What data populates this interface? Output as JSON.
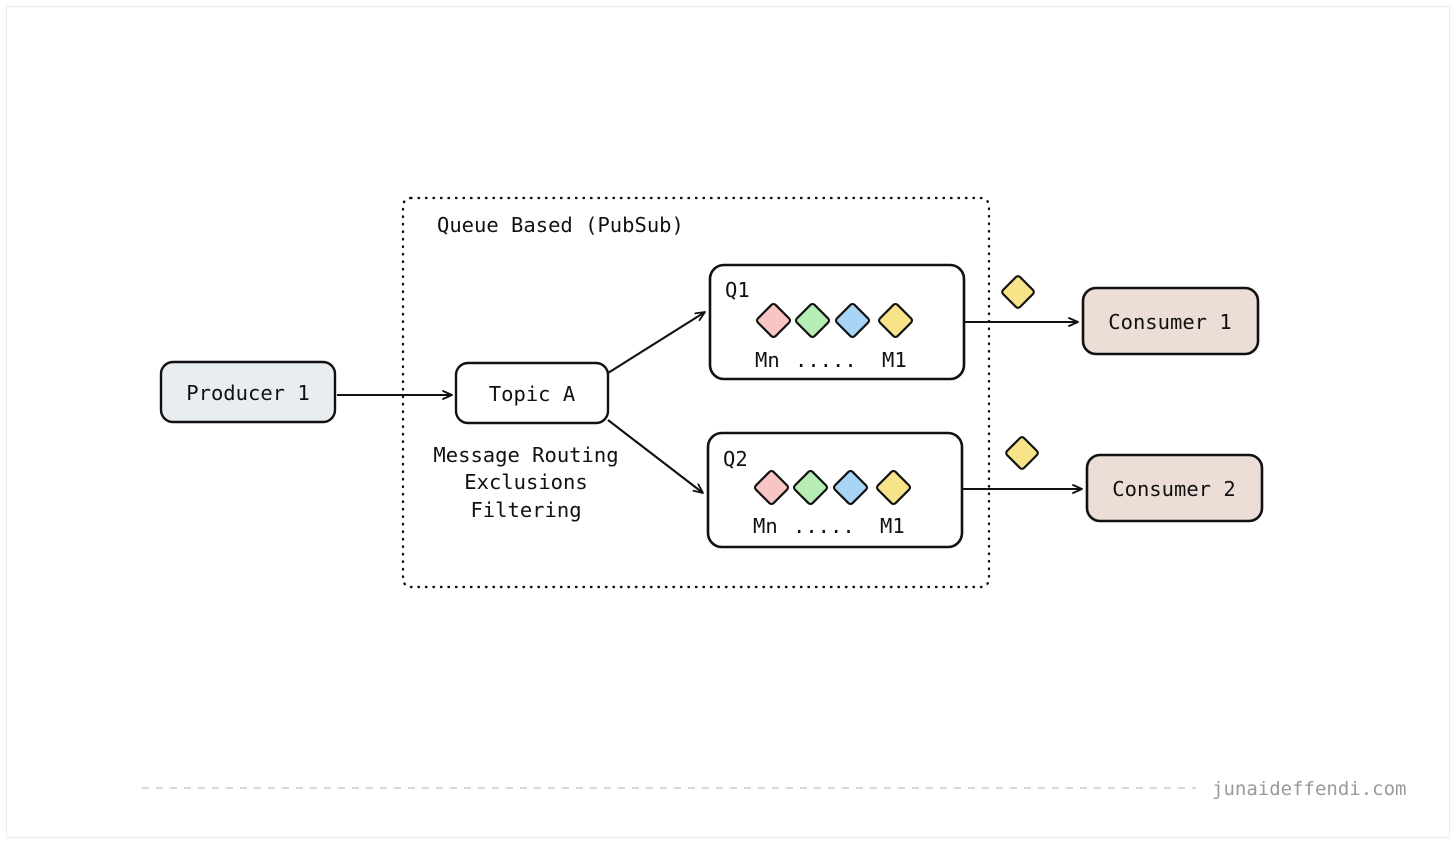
{
  "page": {
    "background": "#ffffff",
    "frame_border_color": "#ececec"
  },
  "container": {
    "title": "Queue Based (PubSub)",
    "border_style": "dotted",
    "border_color": "#111111"
  },
  "producer": {
    "label": "Producer 1",
    "fill": "#e8edf0",
    "stroke": "#111111"
  },
  "topic": {
    "label": "Topic A",
    "fill": "#ffffff",
    "stroke": "#111111"
  },
  "routing_note": {
    "line1": "Message Routing",
    "line2": "Exclusions",
    "line3": "Filtering"
  },
  "queues": [
    {
      "label": "Q1",
      "fill": "#ffffff",
      "stroke": "#111111",
      "messages_label_left": "Mn",
      "messages_label_dots": ".....",
      "messages_label_right": "M1",
      "diamonds": [
        {
          "name": "message-diamond-pink",
          "color": "#f8c4c4"
        },
        {
          "name": "message-diamond-green",
          "color": "#b5edb5"
        },
        {
          "name": "message-diamond-blue",
          "color": "#a8d4f5"
        },
        {
          "name": "message-diamond-yellow",
          "color": "#f7e488"
        }
      ]
    },
    {
      "label": "Q2",
      "fill": "#ffffff",
      "stroke": "#111111",
      "messages_label_left": "Mn",
      "messages_label_dots": ".....",
      "messages_label_right": "M1",
      "diamonds": [
        {
          "name": "message-diamond-pink",
          "color": "#f8c4c4"
        },
        {
          "name": "message-diamond-green",
          "color": "#b5edb5"
        },
        {
          "name": "message-diamond-blue",
          "color": "#a8d4f5"
        },
        {
          "name": "message-diamond-yellow",
          "color": "#f7e488"
        }
      ]
    }
  ],
  "in_flight": [
    {
      "name": "in-flight-diamond-1",
      "color": "#f7e488"
    },
    {
      "name": "in-flight-diamond-2",
      "color": "#f7e488"
    }
  ],
  "consumers": [
    {
      "label": "Consumer 1",
      "fill": "#ecddd7",
      "stroke": "#111111"
    },
    {
      "label": "Consumer 2",
      "fill": "#ecddd7",
      "stroke": "#111111"
    }
  ],
  "footer": {
    "watermark": "junaideffendi.com",
    "rule_color": "#d8d8d8",
    "text_color": "#9a9a9a"
  }
}
